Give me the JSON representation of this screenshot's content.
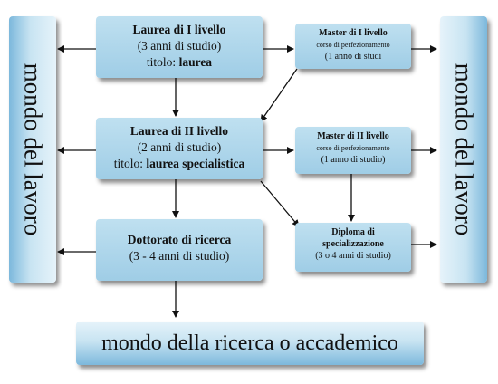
{
  "side_left": "mondo del lavoro",
  "side_right": "mondo del lavoro",
  "laurea1": {
    "title": "Laurea di I livello",
    "duration": "(3 anni di studio)",
    "titolo_prefix": "titolo: ",
    "titolo_value": "laurea"
  },
  "laurea2": {
    "title": "Laurea di II livello",
    "duration": "(2 anni di studio)",
    "titolo_prefix": "titolo: ",
    "titolo_value": "laurea specialistica"
  },
  "dottorato": {
    "title": "Dottorato di ricerca",
    "duration": "(3 - 4 anni di studio)"
  },
  "master1": {
    "title": "Master di I livello",
    "subtitle": "corso di perfezionamento",
    "duration": "(1 anno di studi"
  },
  "master2": {
    "title": "Master di II livello",
    "subtitle": "corso di perfezionamento",
    "duration": "(1 anno di studio)"
  },
  "diploma": {
    "title_line1": "Diploma di",
    "title_line2": "specializzazione",
    "duration": "(3 o 4 anni di studio)"
  },
  "bottom": "mondo della ricerca o accademico"
}
